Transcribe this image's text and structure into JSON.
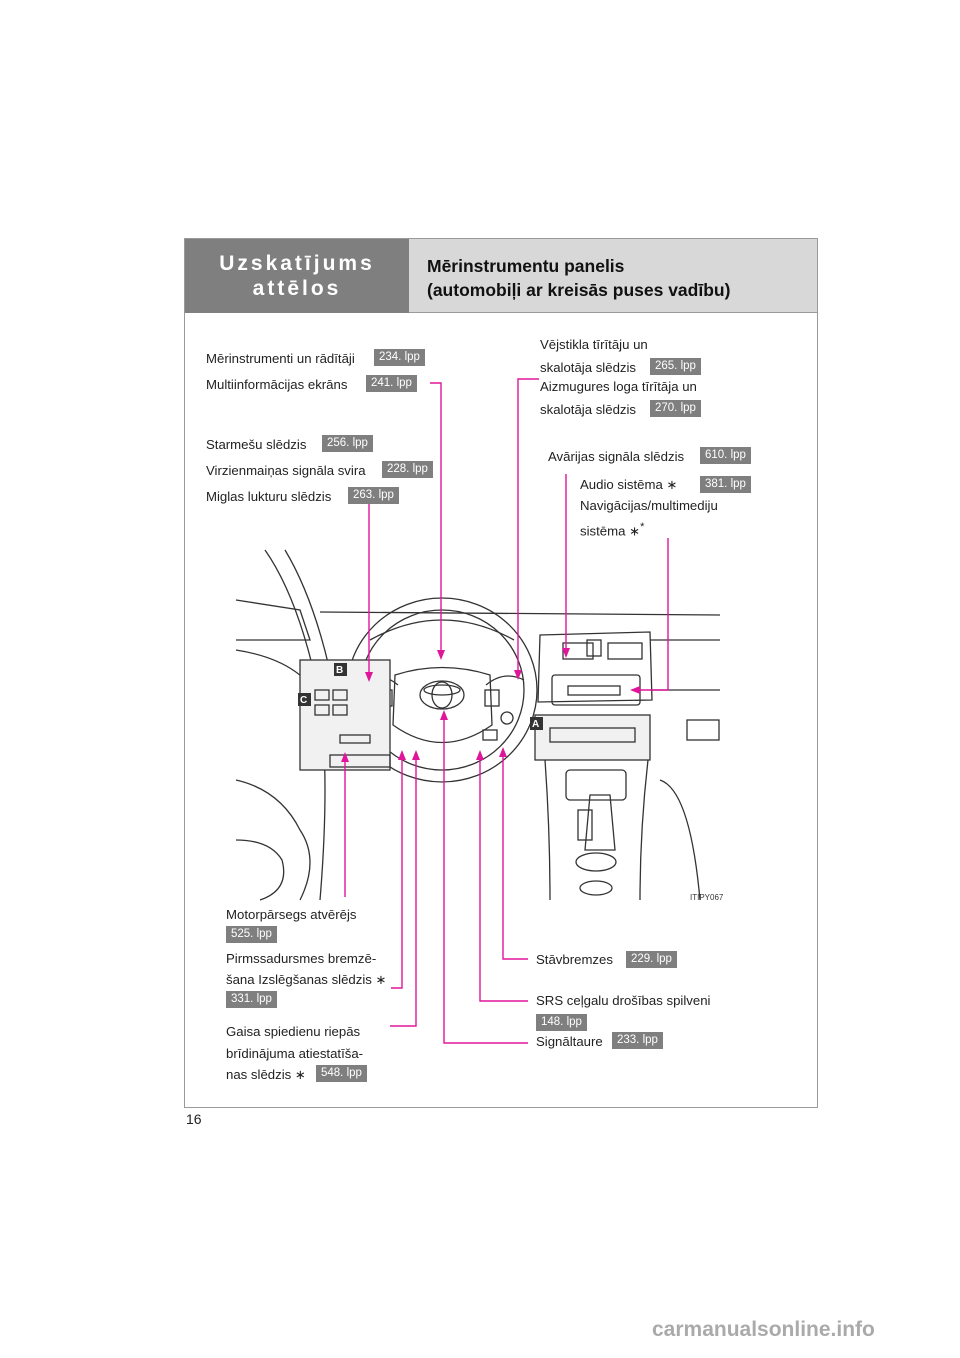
{
  "header": {
    "section": "Uzskatījums attēlos",
    "title_line1": "Mērinstrumentu panelis",
    "title_line2": "(automobiļi ar kreisās puses vadību)"
  },
  "callouts": {
    "gauges": "Mērinstrumenti un rādītāji",
    "gauges_page": "234. lpp",
    "multiinfo": "Multiinformācijas ekrāns",
    "multiinfo_page": "241. lpp",
    "headlight": "Starmešu slēdzis",
    "headlight_page": "256. lpp",
    "turn_signal": "Virzienmaiņas signāla svira",
    "turn_signal_page": "228. lpp",
    "fog": "Miglas lukturu slēdzis",
    "fog_page": "263. lpp",
    "wiper_l1": "Vējstikla tīrītāju un",
    "wiper_l2": "skalotāja slēdzis",
    "wiper_page": "265. lpp",
    "rear_wiper_l1": "Aizmugures loga tīrītāja un",
    "rear_wiper_l2": "skalotāja slēdzis",
    "rear_wiper_page": "270. lpp",
    "hazard": "Avārijas signāla slēdzis",
    "hazard_page": "610. lpp",
    "audio": "Audio sistēma",
    "audio_page": "381. lpp",
    "nav_l1": "Navigācijas/multimediju",
    "nav_l2": "sistēma",
    "hood_l1": "Motorpārsegs atvērējs",
    "hood_page": "525. lpp",
    "brake_l1": "Pirmssadursmes bremzē-",
    "brake_l2": "šana Izslēgšanas slēdzis",
    "brake_page": "331. lpp",
    "tire_l1": "Gaisa spiedienu riepās",
    "tire_l2": "brīdinājuma atiestatīša-",
    "tire_l3": "nas slēdzis",
    "tire_page": "548. lpp",
    "parking": "Stāvbremzes",
    "parking_page": "229. lpp",
    "srs": "SRS ceļgalu drošības spilveni",
    "srs_page": "148. lpp",
    "horn": "Signāltaure",
    "horn_page": "233. lpp"
  },
  "markers": {
    "a": "A",
    "b": "B",
    "c": "C"
  },
  "image_code": "ITIPY067",
  "page_number": "16",
  "footer": "carmanualsonline.info",
  "colors": {
    "leader": "#e0169a",
    "badge": "#7f7f7f",
    "header_dark": "#7f7f7f",
    "header_light": "#d8d8d8"
  }
}
